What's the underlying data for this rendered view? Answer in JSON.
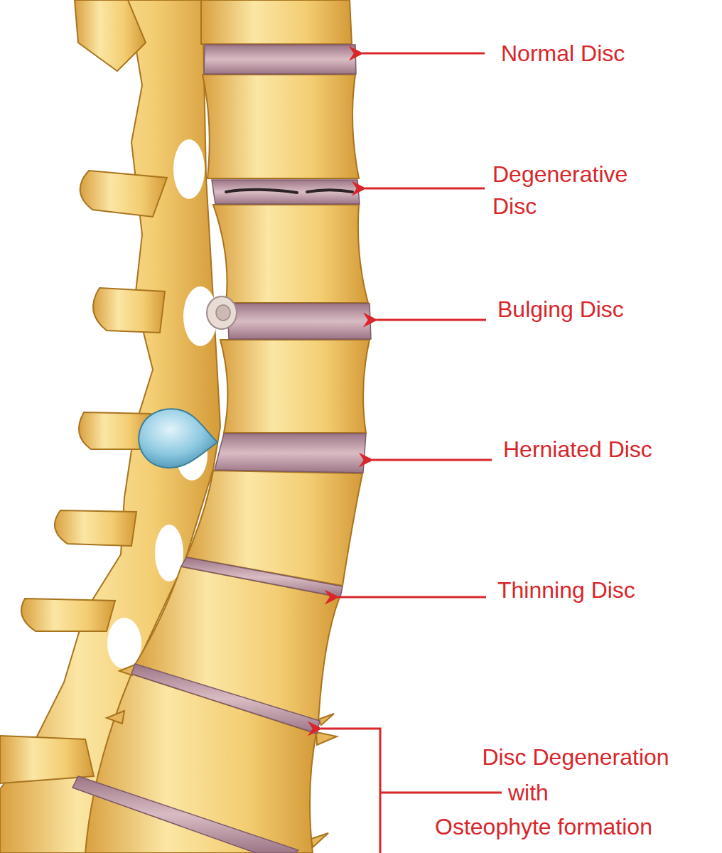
{
  "diagram": {
    "labels": [
      "Normal Disc",
      "Degenerative Disc",
      "Bulging Disc",
      "Herniated Disc",
      "Thinning Disc",
      "Disc Degeneration",
      "with",
      "Osteophyte formation"
    ]
  }
}
